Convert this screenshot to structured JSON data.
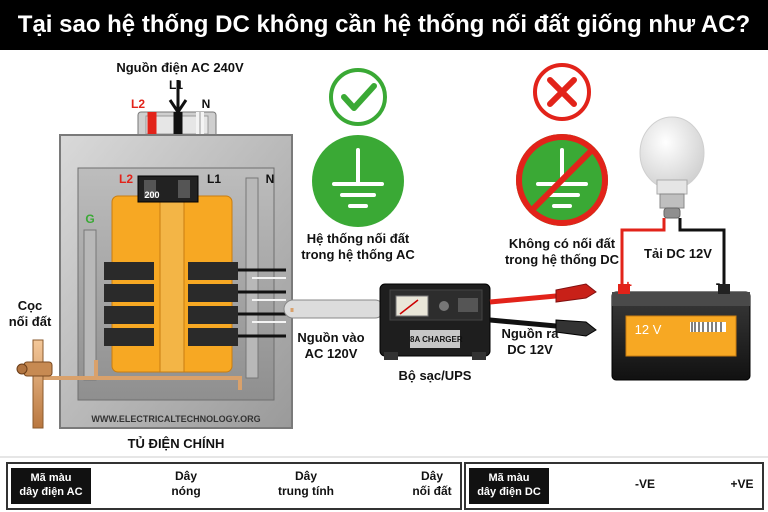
{
  "title": "Tại sao hệ thống DC không cần hệ thống nối đất giống như AC?",
  "labels": {
    "ac_supply": "Nguồn điện AC 240V",
    "l1_top": "L1",
    "l2_top": "L2",
    "n_top": "N",
    "l2_panel": "L2",
    "l1_panel": "L1",
    "n_panel": "N",
    "g_panel": "G",
    "breaker_rating": "200",
    "ground_rod_line1": "Cọc",
    "ground_rod_line2": "nối đất",
    "website": "WWW.ELECTRICALTECHNOLOGY.ORG",
    "main_panel": "TỦ ĐIỆN CHÍNH",
    "ac_ground_line1": "Hệ thống nối đất",
    "ac_ground_line2": "trong hệ thống AC",
    "dc_no_ground_line1": "Không có nối đất",
    "dc_no_ground_line2": "trong hệ thống DC",
    "input_line1": "Nguồn vào",
    "input_line2": "AC 120V",
    "charger": "Bộ sạc/UPS",
    "charger_face": "8A CHARGER",
    "output_line1": "Nguồn ra",
    "output_line2": "DC 12V",
    "dc_load": "Tải DC 12V",
    "battery_voltage": "12 V",
    "plus": "+",
    "minus": "-"
  },
  "legend_ac": {
    "key_line1": "Mã màu",
    "key_line2": "dây điện AC",
    "hot_line1": "Dây",
    "hot_line2": "nóng",
    "neutral_line1": "Dây",
    "neutral_line2": "trung tính",
    "ground_line1": "Dây",
    "ground_line2": "nối đất"
  },
  "legend_dc": {
    "key_line1": "Mã màu",
    "key_line2": "dây điện DC",
    "neg": "-VE",
    "pos": "+VE"
  },
  "colors": {
    "check_green": "#3aa935",
    "cross_red": "#e2231a",
    "busbar_orange": "#f7a823",
    "ground_copper": "#d9a16b"
  },
  "icons": [
    "check-icon",
    "cross-icon",
    "ground-icon",
    "no-ground-icon",
    "light-bulb-icon",
    "battery-icon",
    "charger-icon"
  ]
}
